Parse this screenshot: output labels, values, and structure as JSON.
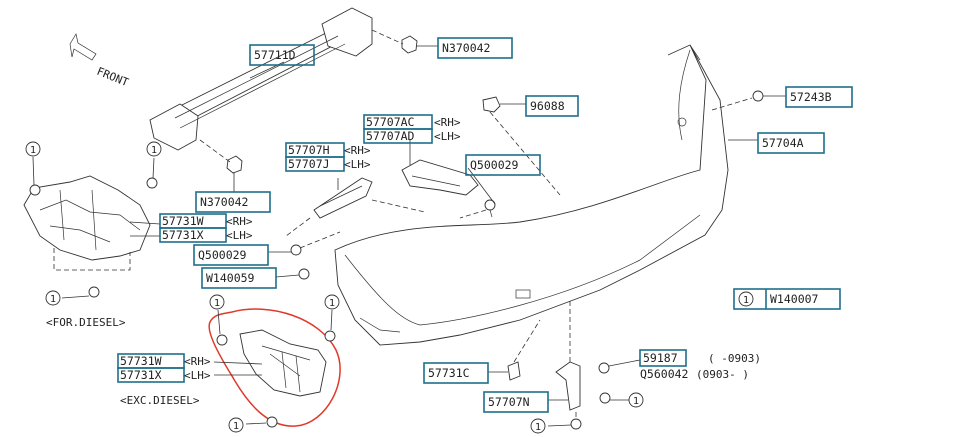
{
  "front_label": "FRONT",
  "callouts": {
    "c57711D": "57711D",
    "cN370042_top": "N370042",
    "c96088": "96088",
    "c57243B": "57243B",
    "c57707AC": "57707AC",
    "c57707AC_side": "<RH>",
    "c57707AD": "57707AD",
    "c57707AD_side": "<LH>",
    "c57704A": "57704A",
    "c57707H": "57707H",
    "c57707H_side": "<RH>",
    "c57707J": "57707J",
    "c57707J_side": "<LH>",
    "cQ500029_right": "Q500029",
    "cN370042_mid": "N370042",
    "c57731W_top": "57731W",
    "c57731W_top_side": "<RH>",
    "c57731X_top": "57731X",
    "c57731X_top_side": "<LH>",
    "cQ500029_left": "Q500029",
    "cW140059": "W140059",
    "legend_W140007": "W140007",
    "c57731W_bottom": "57731W",
    "c57731W_bottom_side": "<RH>",
    "c57731X_bottom": "57731X",
    "c57731X_bottom_side": "<LH>",
    "c57731C": "57731C",
    "c59187": "59187",
    "c59187_range": "(   -0903)",
    "cQ560042": "Q560042",
    "cQ560042_range": "(0903-   )",
    "c57707N": "57707N"
  },
  "variant_labels": {
    "diesel": "<FOR.DIESEL>",
    "exc_diesel": "<EXC.DIESEL>"
  },
  "circle_number": "1",
  "colors": {
    "box_stroke": "#1f6f8b",
    "highlight": "#e0392a"
  }
}
